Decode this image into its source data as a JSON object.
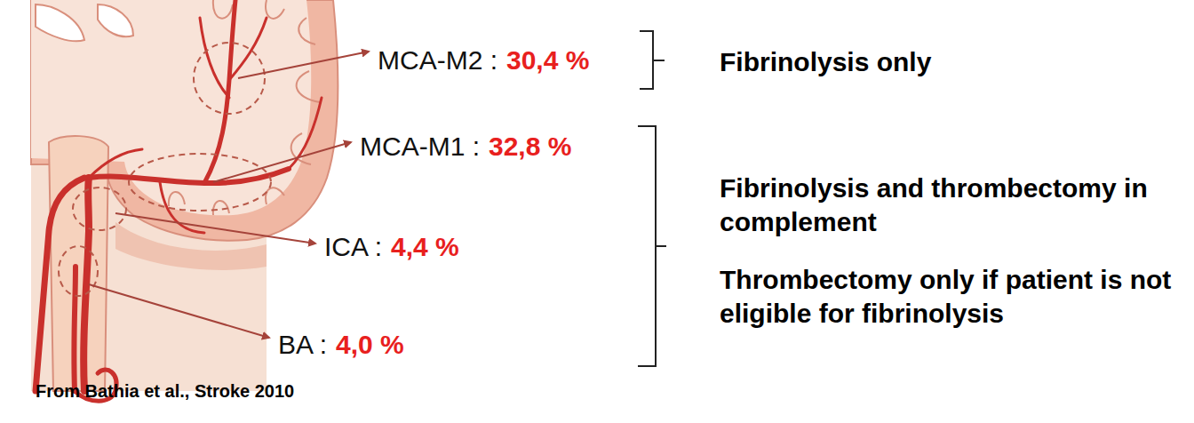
{
  "diagram": {
    "caption": "From Bathia et al., Stroke 2010",
    "labels": [
      "MCA-M2 :",
      "30,4 %",
      "MCA-M1 :",
      "32,8 %",
      "ICA :",
      "4,4 %",
      "BA :",
      "4,0 %",
      "Fibrinolysis only",
      "Fibrinolysis and thrombectomy in complement",
      "Thrombectomy only if patient is not eligible for fibrinolysis"
    ]
  }
}
